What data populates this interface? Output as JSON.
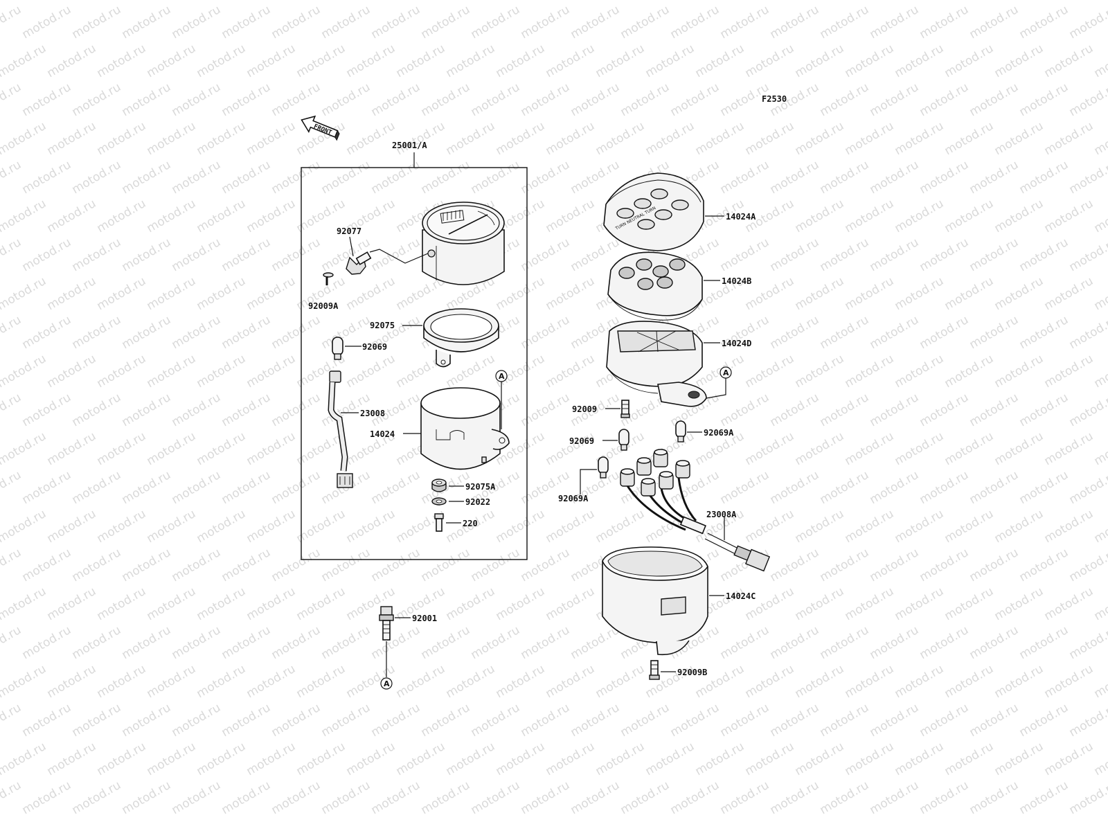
{
  "diagram": {
    "figure_code": "F2530",
    "front_arrow_text": "FRONT",
    "watermark_text": "motod.ru",
    "ref_marker": "A",
    "dial_text": "TURN NEUTRAL TURN",
    "assembly_label": "25001/A",
    "labels": {
      "p92077": "92077",
      "p92009A": "92009A",
      "p92075": "92075",
      "p92069_left": "92069",
      "p23008": "23008",
      "p14024": "14024",
      "p92075A": "92075A",
      "p92022": "92022",
      "p220": "220",
      "p92001": "92001",
      "p14024A": "14024A",
      "p14024B": "14024B",
      "p14024D": "14024D",
      "p92009": "92009",
      "p92069_right": "92069",
      "p92069A_right": "92069A",
      "p92069A_left": "92069A",
      "p23008A": "23008A",
      "p14024C": "14024C",
      "p92009B": "92009B"
    }
  }
}
